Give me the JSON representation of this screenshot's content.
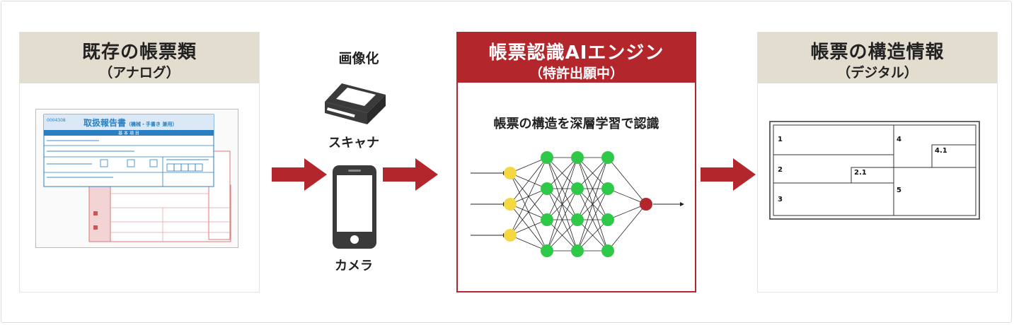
{
  "panels": {
    "analog": {
      "title": "既存の帳票類",
      "subtitle": "（アナログ）"
    },
    "engine": {
      "title": "帳票認識AIエンジン",
      "subtitle": "（特許出願中）",
      "caption": "帳票の構造を深層学習で認識"
    },
    "digital": {
      "title": "帳票の構造情報",
      "subtitle": "（デジタル）"
    }
  },
  "digitize": {
    "label": "画像化",
    "scanner_label": "スキャナ",
    "camera_label": "カメラ"
  },
  "form": {
    "title": "取扱報告書",
    "title_suffix": "（機械・手書き 兼用）",
    "number": "0004308",
    "header_bar": "基 本 項 目"
  },
  "structure_cells": [
    "1",
    "2",
    "2.1",
    "3",
    "4",
    "4.1",
    "5"
  ],
  "colors": {
    "accent_red": "#b3262c",
    "title_beige": "#e3ddd0",
    "node_yellow": "#f5d742",
    "node_green": "#2fc94a",
    "node_red": "#b3262c",
    "form_blue": "#2a7fc2"
  },
  "icons": {
    "scanner": "scanner-icon",
    "camera": "smartphone-icon",
    "arrow": "right-arrow-icon"
  }
}
